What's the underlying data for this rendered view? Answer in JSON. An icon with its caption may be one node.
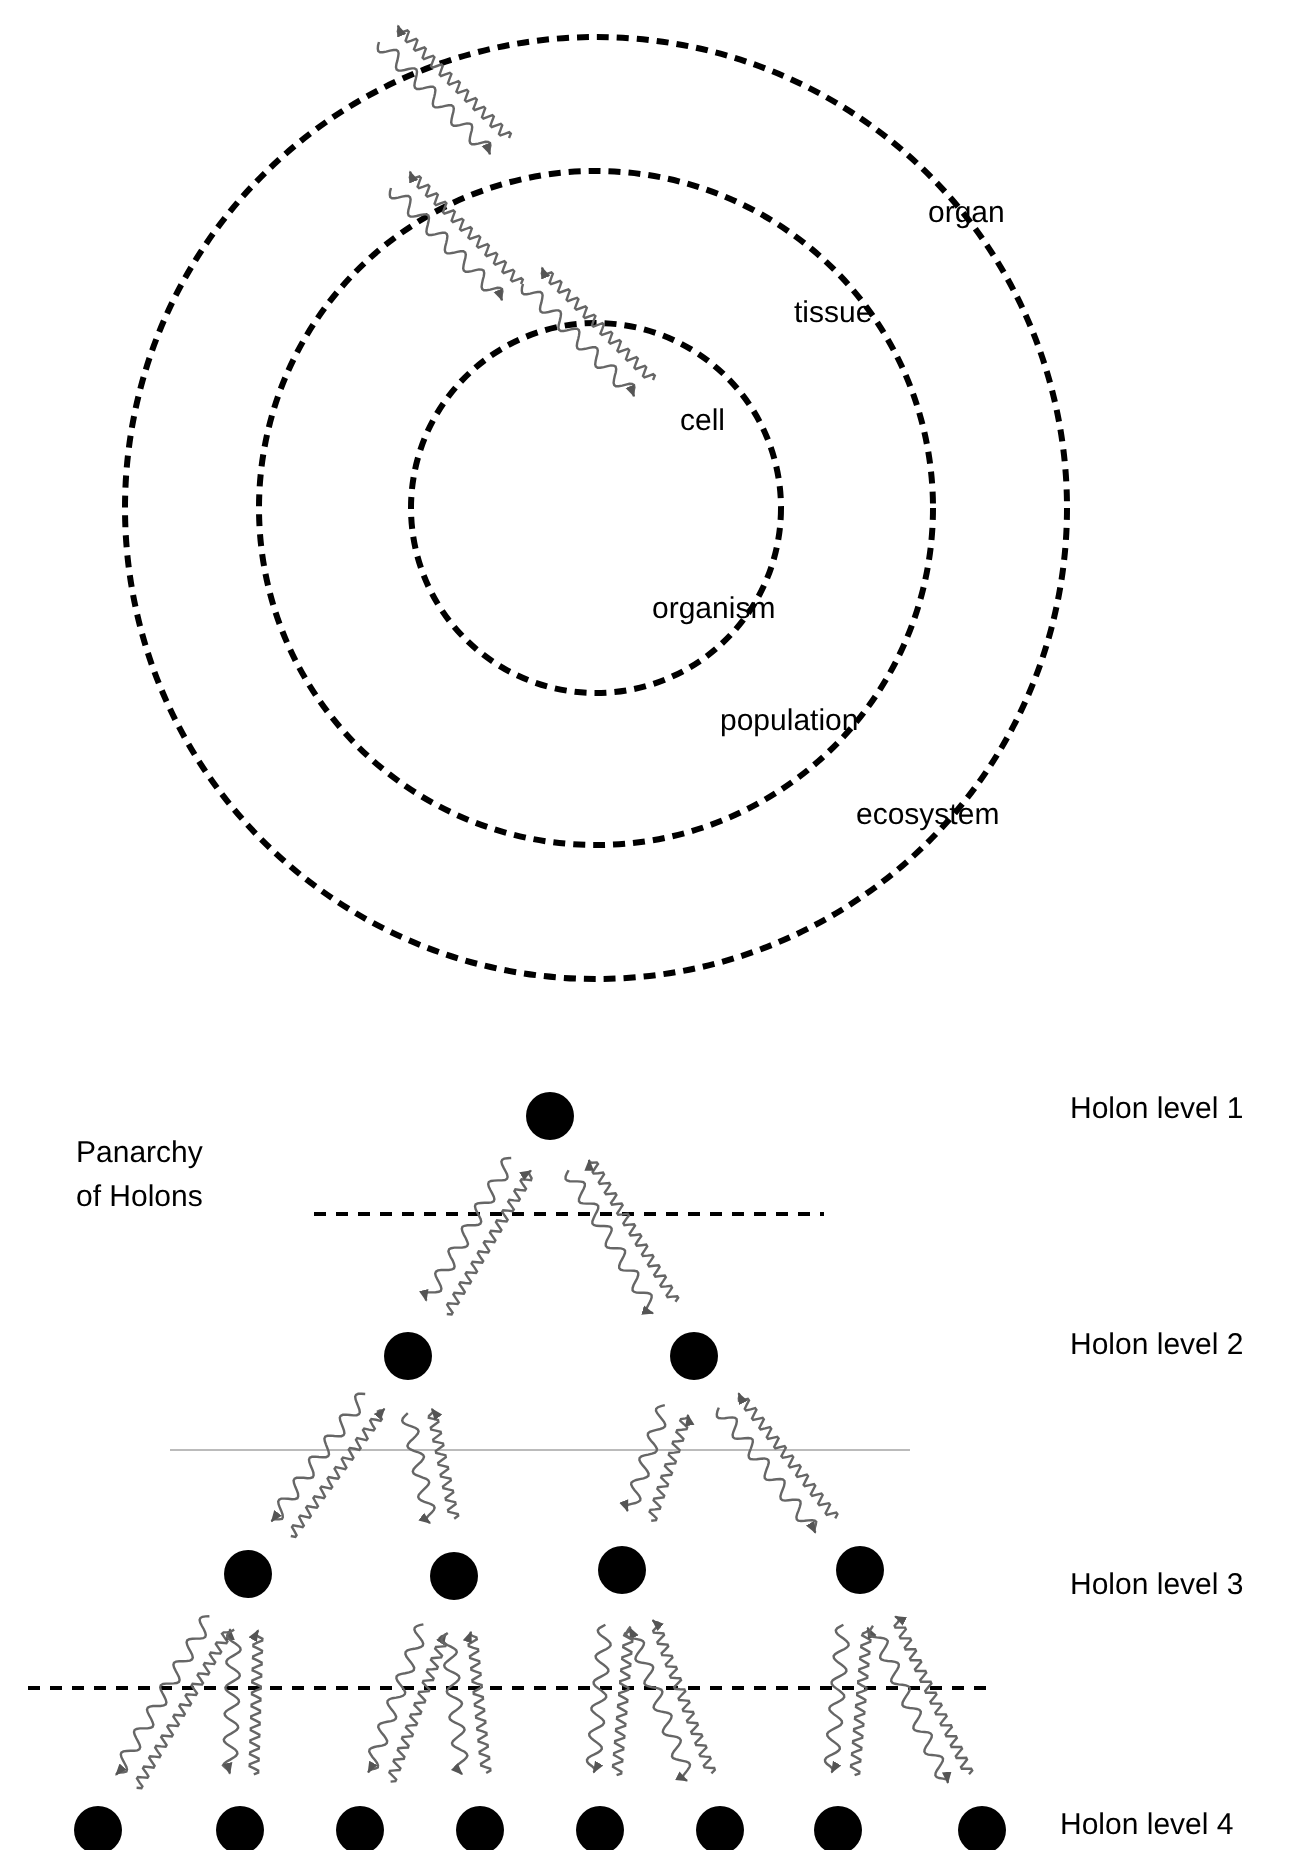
{
  "diagram": {
    "nodes": [
      {
        "text": [
          "organ",
          "ecosystem"
        ]
      },
      {
        "text": [
          "tissue",
          "population"
        ],
        "in": 0
      },
      {
        "text": [
          "cell",
          "organism"
        ],
        "in": 1
      },
      {
        "text": [],
        "shape": "circle"
      },
      {
        "text": [],
        "shape": "circle"
      },
      {
        "text": [],
        "shape": "circle"
      },
      {
        "text": [],
        "shape": "circle"
      },
      {
        "text": [],
        "shape": "circle"
      },
      {
        "text": [],
        "shape": "circle"
      },
      {
        "text": [],
        "shape": "circle"
      },
      {
        "text": [],
        "shape": "circle"
      },
      {
        "text": [],
        "shape": "circle"
      },
      {
        "text": [],
        "shape": "circle"
      },
      {
        "text": [],
        "shape": "circle"
      },
      {
        "text": [],
        "shape": "circle"
      },
      {
        "text": [],
        "shape": "circle"
      },
      {
        "text": [],
        "shape": "circle"
      },
      {
        "text": [],
        "shape": "circle"
      }
    ],
    "edges": [
      {
        "from": 3,
        "to": 4,
        "arrow": "to"
      },
      {
        "from": 4,
        "to": 3,
        "arrow": "to"
      },
      {
        "from": 3,
        "to": 5,
        "arrow": "to"
      },
      {
        "from": 5,
        "to": 3,
        "arrow": "to"
      },
      {
        "from": 4,
        "to": 6,
        "arrow": "to"
      },
      {
        "from": 6,
        "to": 4,
        "arrow": "to"
      },
      {
        "from": 4,
        "to": 7,
        "arrow": "to"
      },
      {
        "from": 7,
        "to": 4,
        "arrow": "to"
      },
      {
        "from": 5,
        "to": 8,
        "arrow": "to"
      },
      {
        "from": 8,
        "to": 5,
        "arrow": "to"
      },
      {
        "from": 5,
        "to": 9,
        "arrow": "to"
      },
      {
        "from": 9,
        "to": 5,
        "arrow": "to"
      },
      {
        "from": 6,
        "to": 10,
        "arrow": "to"
      },
      {
        "from": 10,
        "to": 6,
        "arrow": "to"
      },
      {
        "from": 6,
        "to": 11,
        "arrow": "to"
      },
      {
        "from": 11,
        "to": 6,
        "arrow": "to"
      },
      {
        "from": 7,
        "to": 12,
        "arrow": "to"
      },
      {
        "from": 12,
        "to": 7,
        "arrow": "to"
      },
      {
        "from": 7,
        "to": 13,
        "arrow": "to"
      },
      {
        "from": 13,
        "to": 7,
        "arrow": "to"
      },
      {
        "from": 8,
        "to": 14,
        "arrow": "to"
      },
      {
        "from": 14,
        "to": 8,
        "arrow": "to"
      },
      {
        "from": 8,
        "to": 15,
        "arrow": "to"
      },
      {
        "from": 15,
        "to": 8,
        "arrow": "to"
      },
      {
        "from": 9,
        "to": 16,
        "arrow": "to"
      },
      {
        "from": 16,
        "to": 9,
        "arrow": "to"
      },
      {
        "from": 9,
        "to": 17,
        "arrow": "to"
      },
      {
        "from": 17,
        "to": 9,
        "arrow": "to"
      }
    ],
    "labels": [
      "Holon level 1",
      "Panarchy of Holons",
      "Holon level 2",
      "Holon level 3",
      "Holon level 4"
    ]
  }
}
